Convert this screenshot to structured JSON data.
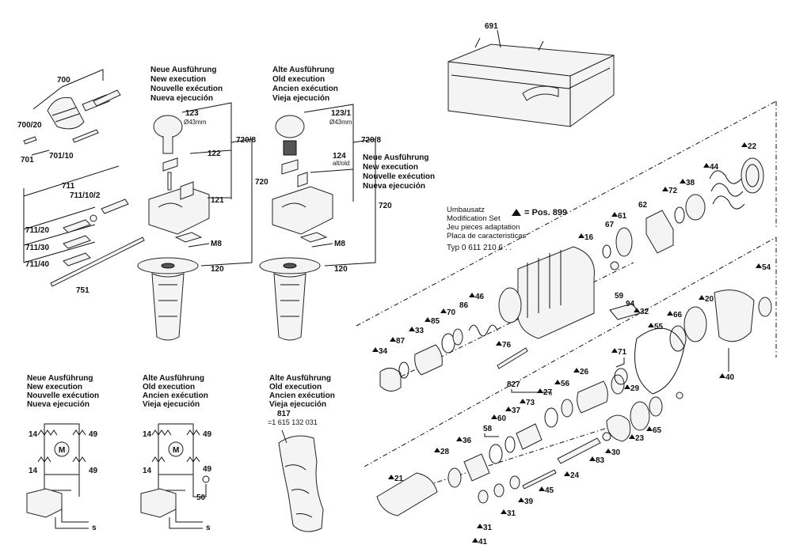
{
  "parts": {
    "p691": "691",
    "p700": "700",
    "p700_20": "700/20",
    "p701_10": "701/10",
    "p701": "701",
    "p711": "711",
    "p711_10_2": "711/10/2",
    "p711_20": "711/20",
    "p711_30": "711/30",
    "p711_40": "711/40",
    "p751": "751",
    "p123": "123",
    "p43a": "Ø43mm",
    "p122": "122",
    "p720_8a": "720/8",
    "p720a": "720",
    "p121": "121",
    "pM8a": "M8",
    "p120a": "120",
    "p123_1": "123/1",
    "p43b": "Ø43mm",
    "p124": "124",
    "p124_alt": "alt/old",
    "p720_8b": "720/8",
    "p720b": "720",
    "pM8b": "M8",
    "p120b": "120",
    "p817": "817",
    "p817_num": "=1 615 132 031",
    "p22": "22",
    "p44": "44",
    "p38": "38",
    "p72": "72",
    "p62": "62",
    "p61": "61",
    "p67": "67",
    "p16": "16",
    "p54": "54",
    "p59": "59",
    "p94": "94",
    "p32": "32",
    "p20": "20",
    "p66": "66",
    "p55": "55",
    "p40": "40",
    "p46": "46",
    "p86": "86",
    "p70": "70",
    "p85": "85",
    "p33": "33",
    "p87": "87",
    "p34": "34",
    "p76": "76",
    "p71": "71",
    "p26": "26",
    "p29": "29",
    "p827": "827",
    "p27": "27",
    "p56": "56",
    "p73": "73",
    "p37": "37",
    "p60": "60",
    "p58": "58",
    "p36": "36",
    "p28": "28",
    "p65": "65",
    "p23": "23",
    "p30": "30",
    "p83": "83",
    "p24": "24",
    "p21": "21",
    "p45": "45",
    "p39": "39",
    "p31a": "31",
    "p31b": "31",
    "p41": "41",
    "s14a": "14",
    "s49a": "49",
    "s14b": "14",
    "s49b": "49",
    "s14c": "14",
    "s49c": "49",
    "s14d": "14",
    "s49d": "49",
    "s50": "50",
    "sM1": "M",
    "sM2": "M",
    "sS1": "s",
    "sS2": "s"
  },
  "blocks": {
    "new_a": [
      "Neue Ausführung",
      "New execution",
      "Nouvelle exécution",
      "Nueva ejecución"
    ],
    "old_a": [
      "Alte Ausführung",
      "Old execution",
      "Ancien exécution",
      "Vieja ejecución"
    ],
    "new_b": [
      "Neue Ausführung",
      "New execution",
      "Nouvelle exécution",
      "Nueva ejecución"
    ],
    "new_c": [
      "Neue Ausführung",
      "New execution",
      "Nouvelle exécution",
      "Nueva ejecución"
    ],
    "old_c": [
      "Alte Ausführung",
      "Old execution",
      "Ancien exécution",
      "Vieja ejecución"
    ],
    "old_d": [
      "Alte Ausführung",
      "Old execution",
      "Ancien exécution",
      "Vieja ejecución"
    ]
  },
  "modification": {
    "lines": [
      "Umbausatz",
      "Modification Set",
      "Jeu pieces adaptation",
      "Placa de caracteristicas",
      "Typ 0 611 210 6 . ."
    ],
    "pos_label": "= Pos. 899"
  },
  "colors": {
    "line": "#111111",
    "fill": "#f4f4f4",
    "dark": "#555555"
  }
}
